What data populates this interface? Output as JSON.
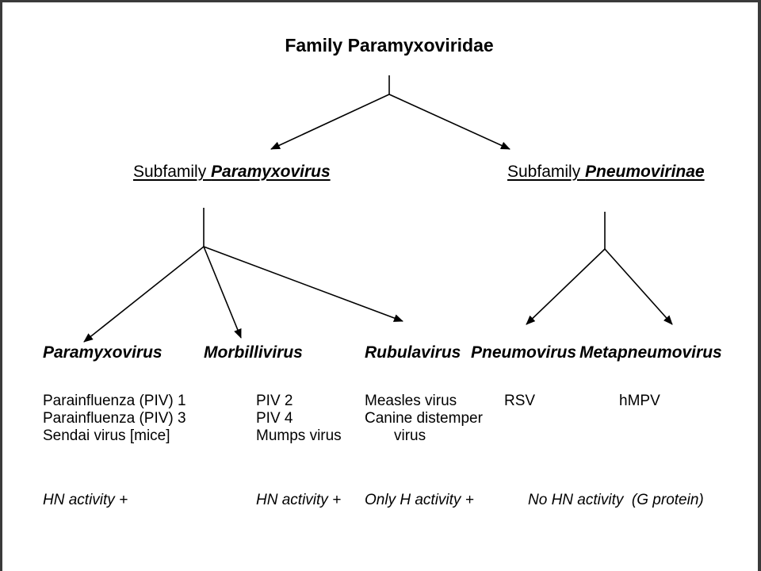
{
  "title": "Family Paramyxoviridae",
  "subfamilies": [
    {
      "prefix": "Subfamily ",
      "name": "Paramyxovirus"
    },
    {
      "prefix": "Subfamily ",
      "name": "Pneumovirinae"
    }
  ],
  "genera": [
    {
      "name": "Paramyxovirus",
      "members": [
        "Parainfluenza (PIV) 1",
        "Parainfluenza (PIV) 3",
        "Sendai virus [mice]"
      ],
      "activity": "HN activity +"
    },
    {
      "name": "Morbillivirus",
      "members": [
        "PIV 2",
        "PIV 4",
        "Mumps virus"
      ],
      "activity": "HN activity +"
    },
    {
      "name": "Rubulavirus",
      "members": [
        "Measles virus",
        "Canine distemper",
        "virus"
      ],
      "activity": "Only H activity +"
    },
    {
      "name": "Pneumovirus",
      "members": [
        "RSV"
      ]
    },
    {
      "name": "Metapneumovirus",
      "members": [
        "hMPV"
      ]
    }
  ],
  "pneumo_activity": {
    "main": "No HN activity",
    "note": "(G protein)"
  },
  "colors": {
    "frame": "#3a3a3a",
    "line": "#000000",
    "text": "#000000"
  }
}
